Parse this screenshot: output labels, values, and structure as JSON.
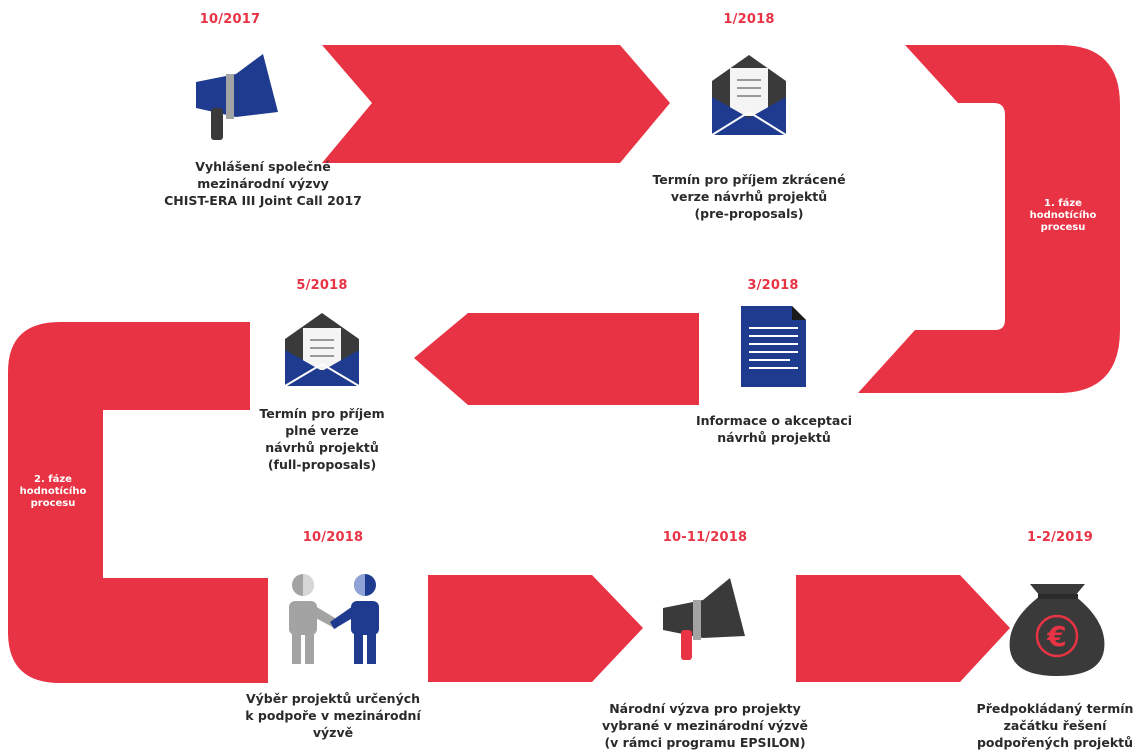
{
  "colors": {
    "accent_red": "#e83344",
    "icon_navy": "#1f3b8f",
    "icon_dark": "#3a3a3a",
    "icon_gray": "#a3a3a3",
    "text": "#2a2a2a"
  },
  "milestones": [
    {
      "id": "m1",
      "date": "10/2017",
      "icon": "megaphone-icon",
      "caption": [
        "Vyhlášení společné",
        "mezinárodní výzvy",
        "CHIST-ERA III Joint Call 2017"
      ]
    },
    {
      "id": "m2",
      "date": "1/2018",
      "icon": "envelope-icon",
      "caption": [
        "Termín pro příjem zkrácené",
        "verze návrhů projektů",
        "(pre-proposals)"
      ]
    },
    {
      "id": "m3",
      "date": "3/2018",
      "icon": "document-icon",
      "caption": [
        "Informace o akceptaci",
        "návrhů projektů"
      ]
    },
    {
      "id": "m4",
      "date": "5/2018",
      "icon": "envelope-icon",
      "caption": [
        "Termín pro příjem",
        "plné verze",
        "návrhů projektů",
        "(full-proposals)"
      ]
    },
    {
      "id": "m5",
      "date": "10/2018",
      "icon": "handshake-icon",
      "caption": [
        "Výběr projektů určených",
        "k podpoře v mezinárodní",
        "výzvě"
      ]
    },
    {
      "id": "m6",
      "date": "10-11/2018",
      "icon": "megaphone-icon",
      "caption": [
        "Národní výzva pro projekty",
        "vybrané v mezinárodní výzvě",
        "(v rámci programu EPSILON)"
      ]
    },
    {
      "id": "m7",
      "date": "1-2/2019",
      "icon": "money-bag-icon",
      "caption": [
        "Předpokládaný termín",
        "začátku řešení",
        "podpořených projektů"
      ]
    }
  ],
  "phases": [
    {
      "id": "phase1",
      "label": [
        "1. fáze",
        "hodnotícího",
        "procesu"
      ]
    },
    {
      "id": "phase2",
      "label": [
        "2. fáze",
        "hodnotícího",
        "procesu"
      ]
    }
  ],
  "money_symbol": "€"
}
